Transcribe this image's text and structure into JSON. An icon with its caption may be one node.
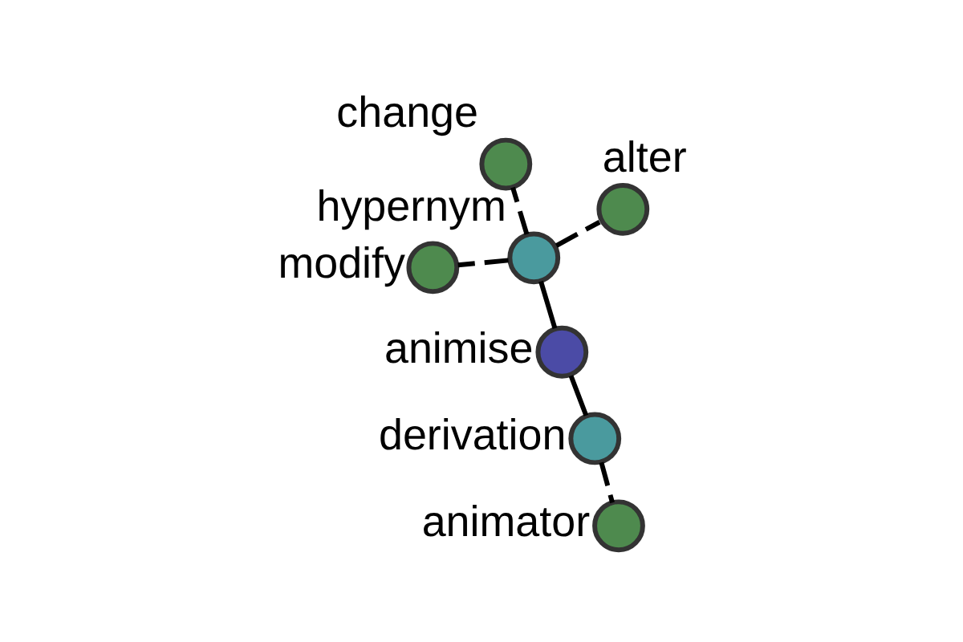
{
  "diagram": {
    "nodes": [
      {
        "text": [
          "animise"
        ]
      },
      {
        "text": [
          "derivation"
        ]
      },
      {
        "text": [
          "animator"
        ]
      },
      {
        "text": [
          "hypernym"
        ]
      },
      {
        "text": [
          "alter"
        ]
      },
      {
        "text": [
          "change"
        ]
      },
      {
        "text": [
          "modify"
        ]
      }
    ],
    "edges": [
      {
        "from": 0,
        "to": 1,
        "arrow": "none"
      },
      {
        "from": 1,
        "to": 2,
        "arrow": "none",
        "style": "dashed"
      },
      {
        "from": 0,
        "to": 3,
        "arrow": "none"
      },
      {
        "from": 3,
        "to": 4,
        "arrow": "none",
        "style": "dashed"
      },
      {
        "from": 3,
        "to": 5,
        "arrow": "none",
        "style": "dashed"
      },
      {
        "from": 3,
        "to": 6,
        "arrow": "none",
        "style": "dashed"
      }
    ]
  }
}
